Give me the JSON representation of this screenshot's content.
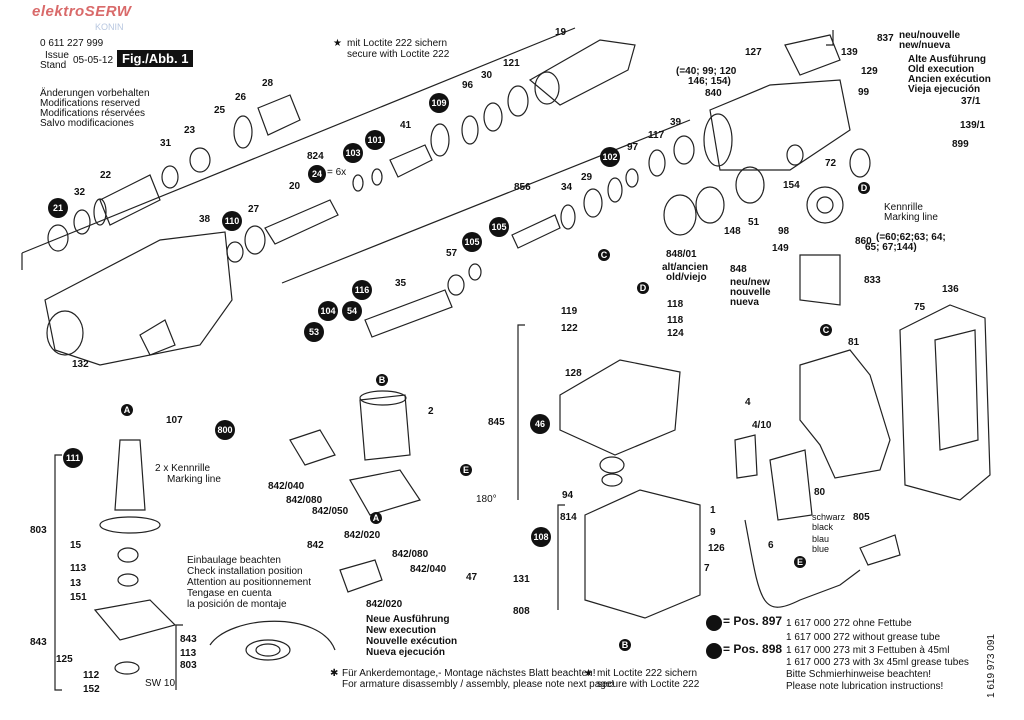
{
  "header": {
    "brand": "elektroSERW",
    "brand_sub": "KONIN",
    "doc_number": "0 611 227 999",
    "issue_label": "Issue",
    "stand_label": "Stand",
    "issue_date": "05-05-12",
    "figure": "Fig./Abb. 1",
    "reserved_de": "Änderungen vorbehalten",
    "reserved_en": "Modifications reserved",
    "reserved_fr": "Modifications réservées",
    "reserved_es": "Salvo modificaciones",
    "loctite_de": "mit Loctite 222 sichern",
    "loctite_en": "secure with Loctite 222"
  },
  "right_notes": {
    "new_837": "neu/nouvelle",
    "new_837b": "new/nueva",
    "old_de": "Alte Ausführung",
    "old_en": "Old execution",
    "old_fr": "Ancien exécution",
    "old_es": "Vieja ejecución",
    "kennrille": "Kennrille",
    "marking": "Marking line",
    "pos860": "(=60;62;63; 64;",
    "pos860b": "65; 67;144)",
    "pos840": "(=40; 99; 120",
    "pos840b": "146; 154)",
    "alt848": "alt/ancien",
    "alt848b": "old/viejo",
    "neu848": "neu/new",
    "neu848b": "nouvelle",
    "neu848c": "nueva"
  },
  "left_notes": {
    "kennrille2": "2 x Kennrille",
    "marking2": "Marking line",
    "einbau_de": "Einbaulage beachten",
    "einbau_en": "Check installation position",
    "einbau_fr": "Attention au positionnement",
    "einbau_fr2": "Tengase en cuenta",
    "einbau_es": "la posición de montaje",
    "neu_de": "Neue Ausführung",
    "neu_en": "New execution",
    "neu_fr": "Nouvelle exécution",
    "neu_es": "Nueva ejecución",
    "sixx": "= 6x",
    "deg": "180°",
    "sw": "SW 10"
  },
  "cable_notes": {
    "schwarz": "schwarz",
    "black": "black",
    "blau": "blau",
    "blue": "blue"
  },
  "footer": {
    "anker_de": "Für Ankerdemontage,- Montage nächstes Blatt beachten!",
    "anker_en": "For armature disassembly / assembly, please note next page!",
    "loctite_de": "mit Loctite 222 sichern",
    "loctite_en": "secure with Loctite 222",
    "pos897": "= Pos. 897",
    "pos898": "= Pos. 898",
    "line1": "1 617 000 272 ohne Fettube",
    "line2": "1 617 000 272 without grease tube",
    "line3": "1 617 000 273 mit 3 Fettuben à 45ml",
    "line4": "1 617 000 273 with 3x 45ml grease tubes",
    "line5": "Bitte Schmierhinweise beachten!",
    "line6": "Please note lubrication instructions!",
    "vertical": "1 619 973 091"
  },
  "badges": [
    {
      "n": "21"
    },
    {
      "n": "24"
    },
    {
      "n": "103"
    },
    {
      "n": "101"
    },
    {
      "n": "109"
    },
    {
      "n": "110"
    },
    {
      "n": "105"
    },
    {
      "n": "105"
    },
    {
      "n": "102"
    },
    {
      "n": "53"
    },
    {
      "n": "104"
    },
    {
      "n": "54"
    },
    {
      "n": "116"
    },
    {
      "n": "111"
    },
    {
      "n": "800"
    },
    {
      "n": "46"
    },
    {
      "n": "108"
    }
  ],
  "letter_badges": [
    {
      "l": "A"
    },
    {
      "l": "A"
    },
    {
      "l": "B"
    },
    {
      "l": "B"
    },
    {
      "l": "C"
    },
    {
      "l": "C"
    },
    {
      "l": "D"
    },
    {
      "l": "D"
    },
    {
      "l": "E"
    },
    {
      "l": "E"
    }
  ],
  "labels": [
    {
      "t": "19"
    },
    {
      "t": "96"
    },
    {
      "t": "30"
    },
    {
      "t": "121"
    },
    {
      "t": "41"
    },
    {
      "t": "824"
    },
    {
      "t": "28"
    },
    {
      "t": "26"
    },
    {
      "t": "25"
    },
    {
      "t": "23"
    },
    {
      "t": "31"
    },
    {
      "t": "22"
    },
    {
      "t": "32"
    },
    {
      "t": "20"
    },
    {
      "t": "27"
    },
    {
      "t": "38"
    },
    {
      "t": "132"
    },
    {
      "t": "107"
    },
    {
      "t": "856"
    },
    {
      "t": "34"
    },
    {
      "t": "29"
    },
    {
      "t": "97"
    },
    {
      "t": "117"
    },
    {
      "t": "39"
    },
    {
      "t": "57"
    },
    {
      "t": "35"
    },
    {
      "t": "2"
    },
    {
      "t": "127"
    },
    {
      "t": "840"
    },
    {
      "t": "129"
    },
    {
      "t": "99"
    },
    {
      "t": "72"
    },
    {
      "t": "154"
    },
    {
      "t": "148"
    },
    {
      "t": "51"
    },
    {
      "t": "98"
    },
    {
      "t": "149"
    },
    {
      "t": "860"
    },
    {
      "t": "833"
    },
    {
      "t": "848/01"
    },
    {
      "t": "848"
    },
    {
      "t": "837"
    },
    {
      "t": "139"
    },
    {
      "t": "37/1"
    },
    {
      "t": "139/1"
    },
    {
      "t": "899"
    },
    {
      "t": "136"
    },
    {
      "t": "75"
    },
    {
      "t": "81"
    },
    {
      "t": "4"
    },
    {
      "t": "4/10"
    },
    {
      "t": "80"
    },
    {
      "t": "6"
    },
    {
      "t": "805"
    },
    {
      "t": "119"
    },
    {
      "t": "122"
    },
    {
      "t": "118"
    },
    {
      "t": "118"
    },
    {
      "t": "124"
    },
    {
      "t": "128"
    },
    {
      "t": "845"
    },
    {
      "t": "94"
    },
    {
      "t": "814"
    },
    {
      "t": "1"
    },
    {
      "t": "9"
    },
    {
      "t": "126"
    },
    {
      "t": "7"
    },
    {
      "t": "131"
    },
    {
      "t": "808"
    },
    {
      "t": "803"
    },
    {
      "t": "15"
    },
    {
      "t": "113"
    },
    {
      "t": "13"
    },
    {
      "t": "151"
    },
    {
      "t": "843"
    },
    {
      "t": "125"
    },
    {
      "t": "112"
    },
    {
      "t": "152"
    },
    {
      "t": "842/040"
    },
    {
      "t": "842/080"
    },
    {
      "t": "842/050"
    },
    {
      "t": "842/020"
    },
    {
      "t": "842"
    },
    {
      "t": "842/080"
    },
    {
      "t": "842/040"
    },
    {
      "t": "47"
    },
    {
      "t": "842/020"
    },
    {
      "t": "843"
    },
    {
      "t": "113"
    },
    {
      "t": "803"
    }
  ]
}
